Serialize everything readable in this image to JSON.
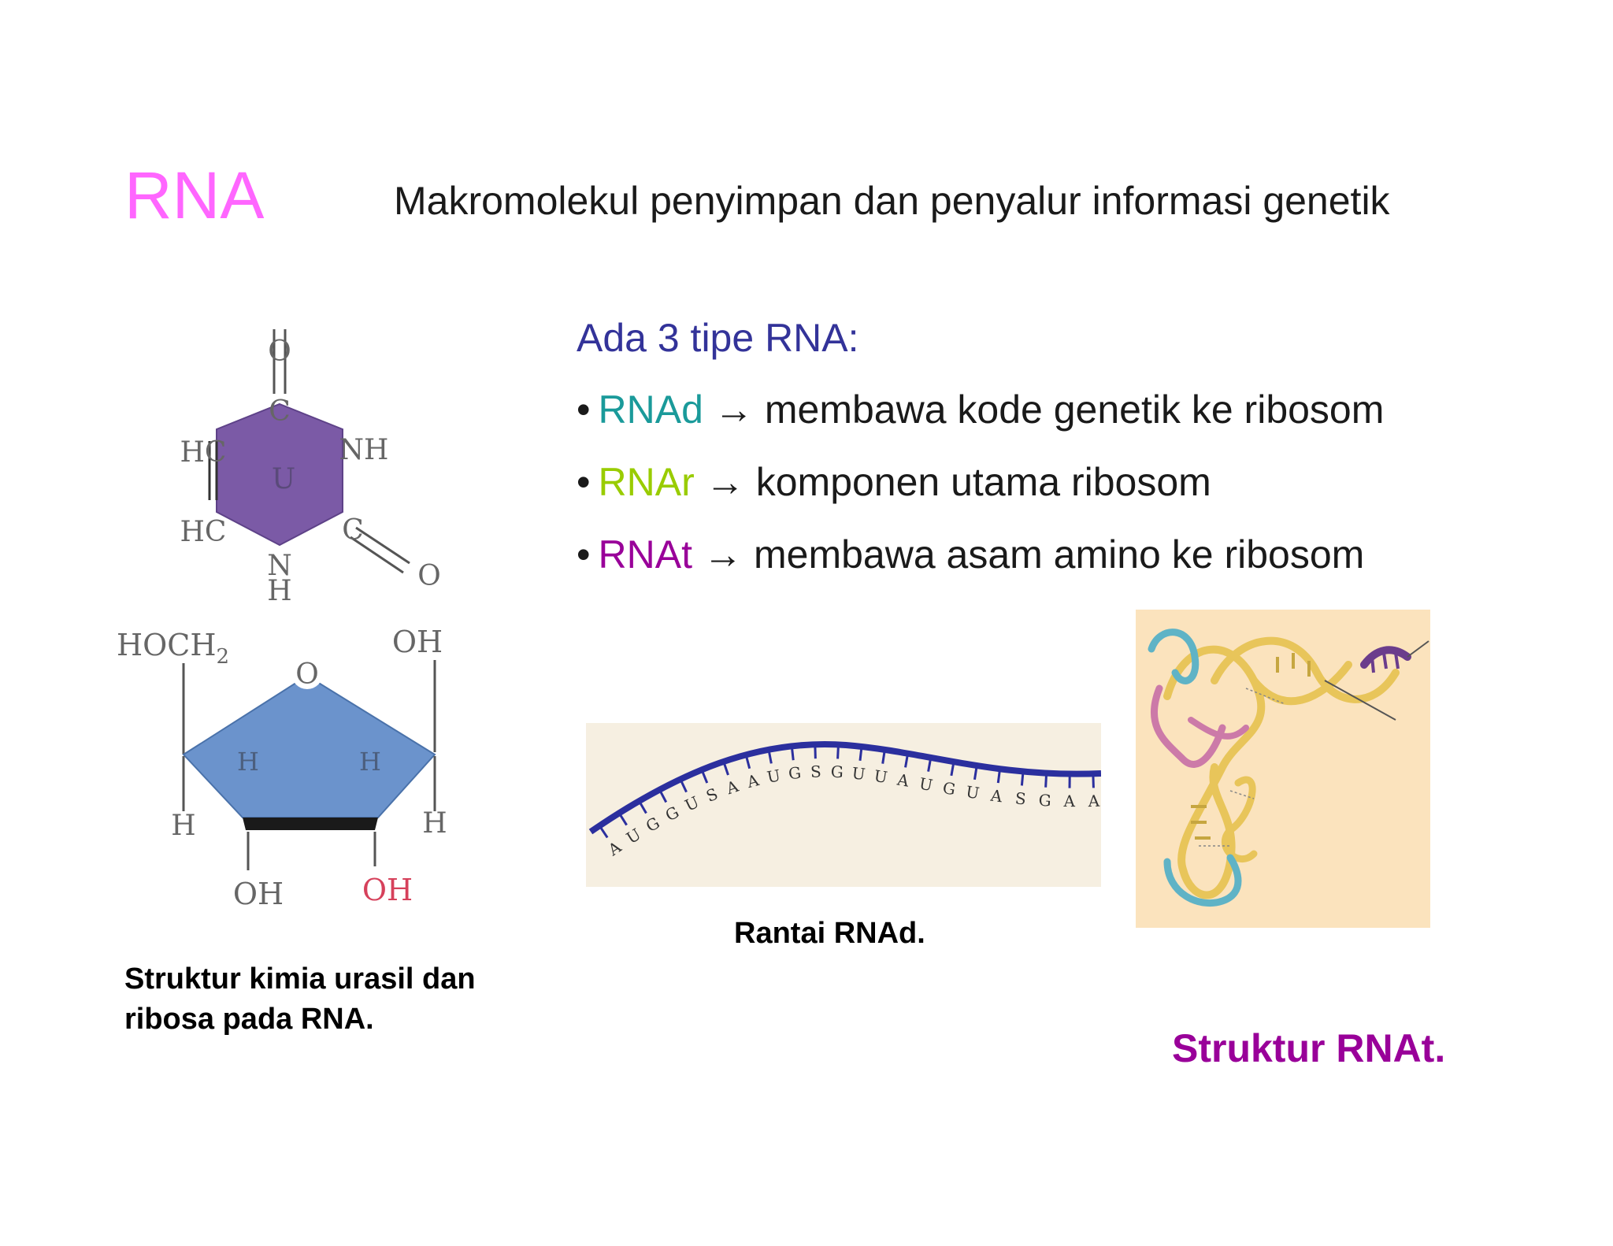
{
  "title": "RNA",
  "subtitle": "Makromolekul penyimpan dan penyalur informasi genetik",
  "types_heading": "Ada 3 tipe RNA:",
  "types": [
    {
      "bullet": "•",
      "name": "RNAd",
      "name_color": "#1a9a9a",
      "arrow": "→",
      "description": "membawa kode genetik ke ribosom"
    },
    {
      "bullet": "•",
      "name": "RNAr",
      "name_color": "#99cc00",
      "arrow": "→",
      "description": "komponen utama ribosom"
    },
    {
      "bullet": "•",
      "name": "RNAt",
      "name_color": "#990099",
      "arrow": "→",
      "description": "membawa asam amino ke ribosom"
    }
  ],
  "uracil": {
    "ring_label": "U",
    "atoms": {
      "o_top": "O",
      "c_top": "C",
      "hc_1": "HC",
      "nh": "NH",
      "hc_2": "HC",
      "c_right": "C",
      "o_right": "O",
      "n_bottom": "N",
      "h_bottom": "H"
    }
  },
  "ribose": {
    "hoch2": "HOCH",
    "hoch2_sub": "2",
    "oh_top": "OH",
    "o_ring": "O",
    "h_left": "H",
    "h_right": "H",
    "h_inner_1": "H",
    "h_inner_2": "H",
    "oh_bottom_1": "OH",
    "oh_bottom_2": "OH"
  },
  "mrna_strand": {
    "bases": [
      "A",
      "U",
      "G",
      "G",
      "U",
      "S",
      "A",
      "A",
      "U",
      "G",
      "S",
      "G",
      "U",
      "U",
      "A",
      "U",
      "G",
      "U",
      "A",
      "S",
      "G",
      "A",
      "A"
    ]
  },
  "colors": {
    "title": "#ff66ff",
    "heading": "#333399",
    "uracil_ring": "#7b5aa6",
    "ribose_ring": "#6b93cc",
    "strand": "#2b2f9e",
    "trna_bg": "#fbe3bd",
    "mrna_bg": "#f6efe1"
  },
  "captions": {
    "left": "Struktur kimia urasil dan ribosa pada RNA.",
    "middle": "Rantai RNAd.",
    "right": "Struktur RNAt."
  }
}
